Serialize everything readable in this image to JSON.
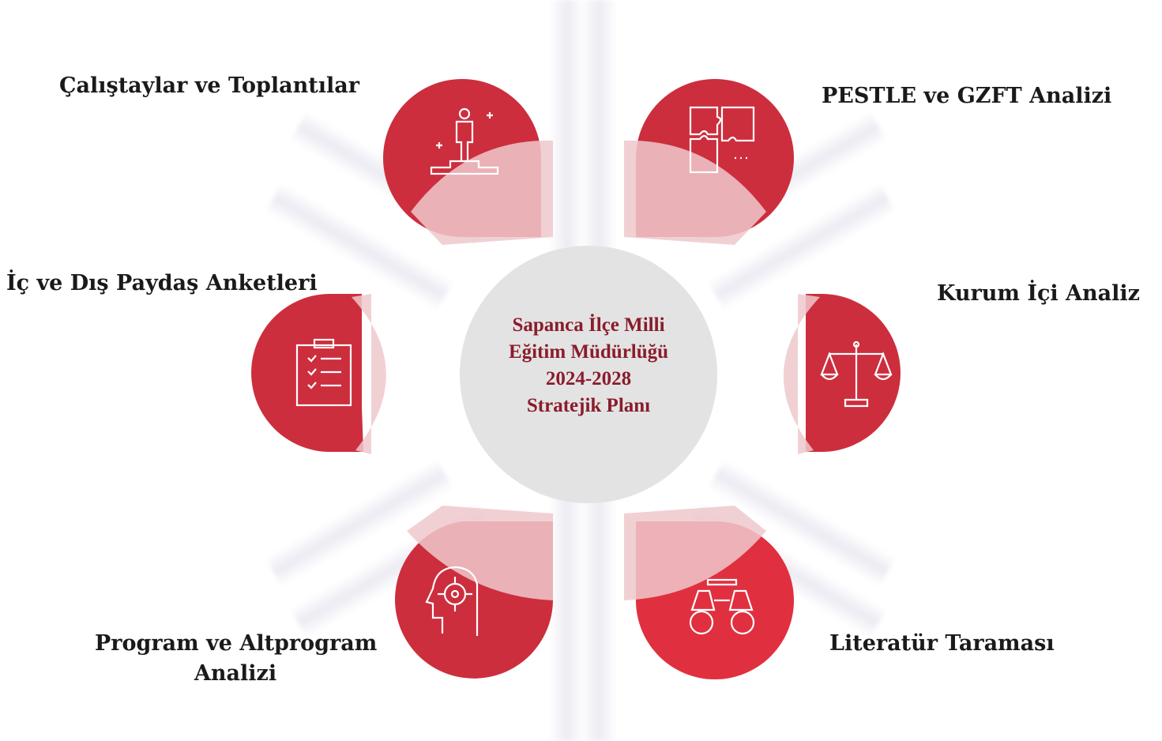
{
  "center": {
    "lines": [
      "Sapanca İlçe Milli",
      "Eğitim Müdürlüğü",
      "2024-2028",
      "Stratejik Planı"
    ]
  },
  "nodes": [
    {
      "label": "Çalıştaylar ve Toplantılar",
      "icon": "person-on-podium-icon"
    },
    {
      "label": "PESTLE ve GZFT Analizi",
      "icon": "puzzle-icon"
    },
    {
      "label": "İç ve Dış Paydaş Anketleri",
      "icon": "clipboard-checklist-icon"
    },
    {
      "label": "Kurum İçi Analiz",
      "icon": "balance-scale-icon"
    },
    {
      "label": "Program ve Altprogram",
      "label2": "Analizi",
      "icon": "head-target-icon"
    },
    {
      "label": "Literatür Taraması",
      "icon": "binoculars-icon"
    }
  ],
  "colors": {
    "primary": "#cc2e3d",
    "primary_bright": "#e0303f",
    "center_fill": "#e3e3e3",
    "center_text": "#8a1c2c",
    "label_text": "#1a1a1a"
  }
}
